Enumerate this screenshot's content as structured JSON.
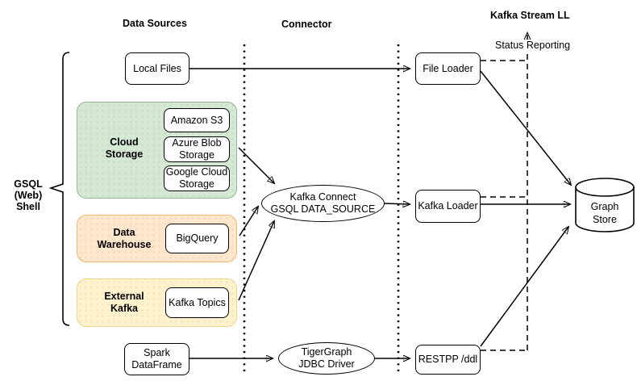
{
  "headers": {
    "data_sources": "Data Sources",
    "connector": "Connector",
    "kafka_stream": "Kafka Stream LL"
  },
  "left_label": "GSQL\n(Web)\nShell",
  "status_reporting": "Status Reporting",
  "nodes": {
    "local_files": {
      "label": "Local Files"
    },
    "cloud_storage": {
      "label": "Cloud\nStorage"
    },
    "amazon_s3": {
      "label": "Amazon S3"
    },
    "azure_blob": {
      "label": "Azure Blob\nStorage"
    },
    "google_cloud": {
      "label": "Google Cloud\nStorage"
    },
    "data_warehouse": {
      "label": "Data\nWarehouse"
    },
    "bigquery": {
      "label": "BigQuery"
    },
    "external_kafka": {
      "label": "External\nKafka"
    },
    "kafka_topics": {
      "label": "Kafka Topics"
    },
    "spark_dataframe": {
      "label": "Spark\nDataFrame"
    },
    "kafka_connect": {
      "label": "Kafka Connect\nGSQL DATA_SOURCE"
    },
    "jdbc_driver": {
      "label": "TigerGraph\nJDBC Driver"
    },
    "file_loader": {
      "label": "File Loader"
    },
    "kafka_loader": {
      "label": "Kafka Loader"
    },
    "restpp": {
      "label": "RESTPP /ddl"
    },
    "graph_store": {
      "label": "Graph\nStore"
    }
  },
  "colors": {
    "green_fill": "#d5e8d4",
    "green_stroke": "#95b795",
    "orange_fill": "#ffe6cc",
    "orange_stroke": "#f3b871",
    "yellow_fill": "#fff2cc",
    "yellow_stroke": "#eed688"
  }
}
